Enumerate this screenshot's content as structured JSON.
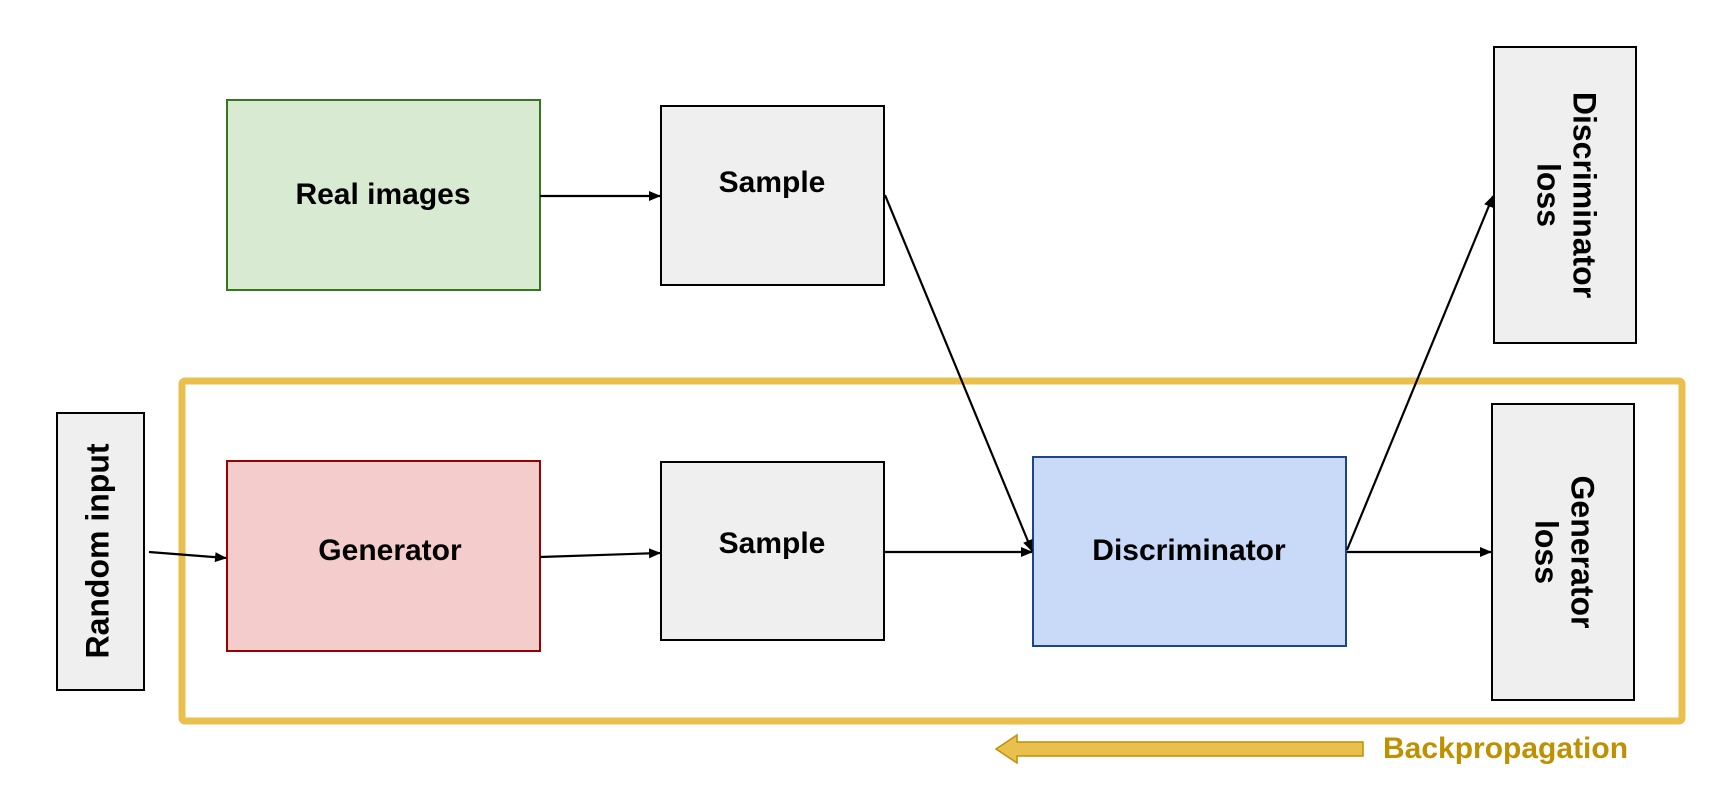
{
  "colors": {
    "real_images_fill": "#d9ead3",
    "real_images_stroke": "#38761d",
    "generator_fill": "#f4cccc",
    "generator_stroke": "#990000",
    "discriminator_fill": "#c9daf8",
    "discriminator_stroke": "#1c4587",
    "neutral_fill": "#efefef",
    "neutral_stroke": "#000000",
    "backprop": "#e9bf4e",
    "backprop_text": "#bf9000"
  },
  "nodes": {
    "real_images": "Real images",
    "sample_top": "Sample",
    "random_input": "Random input",
    "generator": "Generator",
    "sample_bottom": "Sample",
    "discriminator": "Discriminator",
    "discriminator_loss_line1": "Discriminator",
    "discriminator_loss_line2": "loss",
    "generator_loss_line1": "Generator",
    "generator_loss_line2": "loss"
  },
  "backpropagation_label": "Backpropagation"
}
